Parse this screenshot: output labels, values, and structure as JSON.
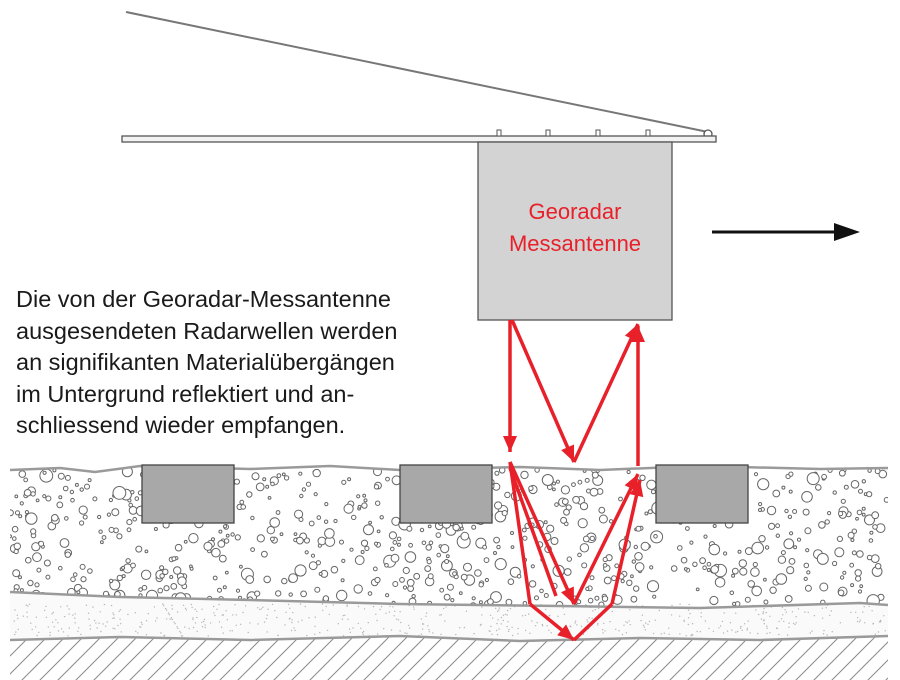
{
  "antenna": {
    "title_line1": "Georadar",
    "title_line2": "Messantenne"
  },
  "description": {
    "lines": [
      "Die von der Georadar-Messantenne",
      "ausgesendeten Radarwellen werden",
      "an signifikanten Materialübergängen",
      "im Untergrund reflektiert und an-",
      "schliessend wieder empfangen."
    ]
  },
  "colors": {
    "ray": "#e8202a",
    "label": "#e8202a",
    "antenna_fill": "#d3d3d3",
    "block_fill": "#a8a8a8",
    "layer_line": "#9a9a9a",
    "outline": "#555555"
  },
  "icons": {
    "direction": "arrow-right-icon"
  }
}
